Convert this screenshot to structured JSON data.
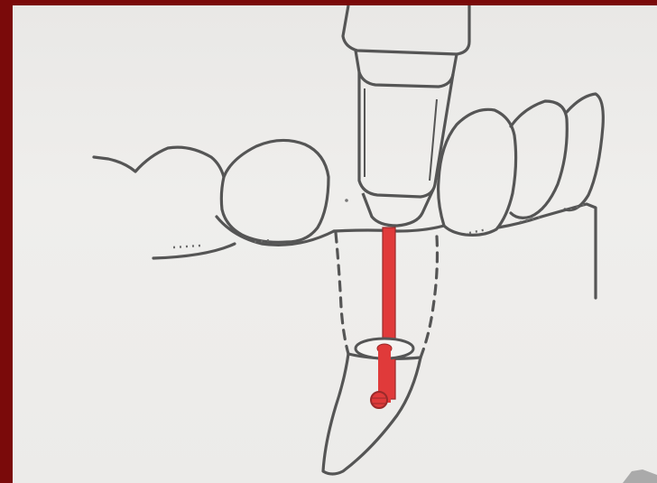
{
  "figure": {
    "background": "#7a0a0a",
    "paper": "#ecebe9",
    "line_color": "#555555",
    "highlight_color": "#e03a3a",
    "parts": [
      "tooth-crowns",
      "gingival-line",
      "root-outline",
      "handpiece",
      "bur-shank",
      "bur-head",
      "depth-stop"
    ]
  }
}
